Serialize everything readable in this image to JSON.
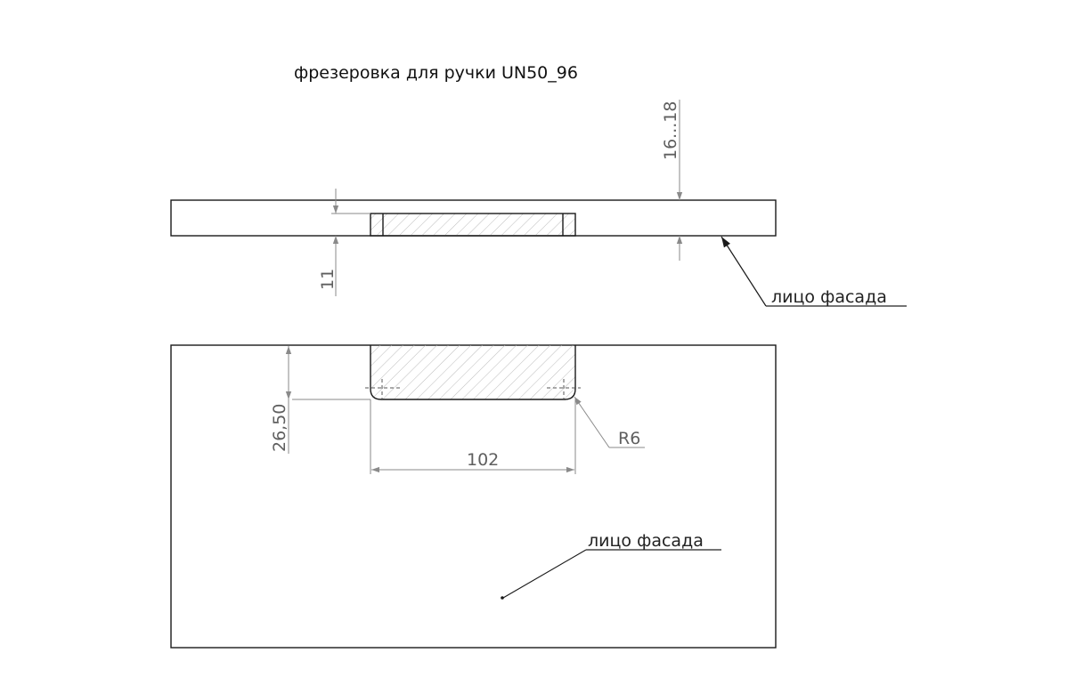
{
  "drawing": {
    "title": "фрезеровка для ручки UN50_96",
    "top_view": {
      "thickness_label": "16...18",
      "pocket_depth_label": "11",
      "face_note": "лицо фасада"
    },
    "front_view": {
      "depth_label": "26,50",
      "width_label": "102",
      "radius_label": "R6",
      "face_note": "лицо фасада"
    }
  },
  "colors": {
    "outline": "#1a1a1a",
    "dimension": "#8a8a8a",
    "hatch": "#b5b5b5",
    "text": "#5f5f5f"
  }
}
